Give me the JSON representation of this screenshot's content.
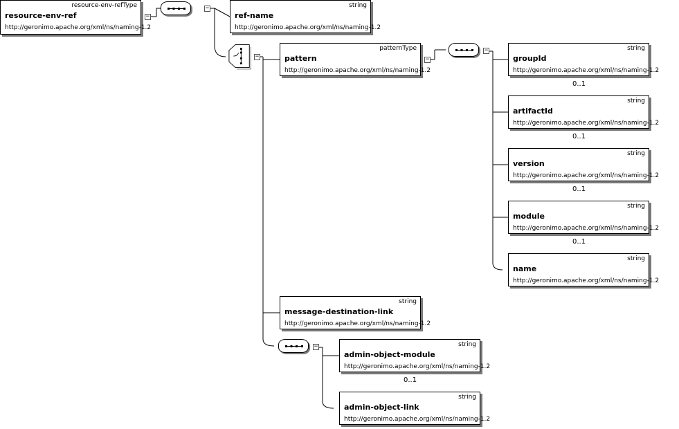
{
  "ns": "http://geronimo.apache.org/xml/ns/naming-1.2",
  "root": {
    "type": "resource-env-refType",
    "name": "resource-env-ref"
  },
  "elements": {
    "ref_name": {
      "type": "string",
      "name": "ref-name"
    },
    "pattern": {
      "type": "patternType",
      "name": "pattern"
    },
    "group_id": {
      "type": "string",
      "name": "groupId",
      "occurs": "0..1"
    },
    "artifact_id": {
      "type": "string",
      "name": "artifactId",
      "occurs": "0..1"
    },
    "version": {
      "type": "string",
      "name": "version",
      "occurs": "0..1"
    },
    "module": {
      "type": "string",
      "name": "module",
      "occurs": "0..1"
    },
    "name": {
      "type": "string",
      "name": "name"
    },
    "message_destination_link": {
      "type": "string",
      "name": "message-destination-link"
    },
    "admin_object_module": {
      "type": "string",
      "name": "admin-object-module",
      "occurs": "0..1"
    },
    "admin_object_link": {
      "type": "string",
      "name": "admin-object-link"
    }
  },
  "collapse_toggle": "−"
}
